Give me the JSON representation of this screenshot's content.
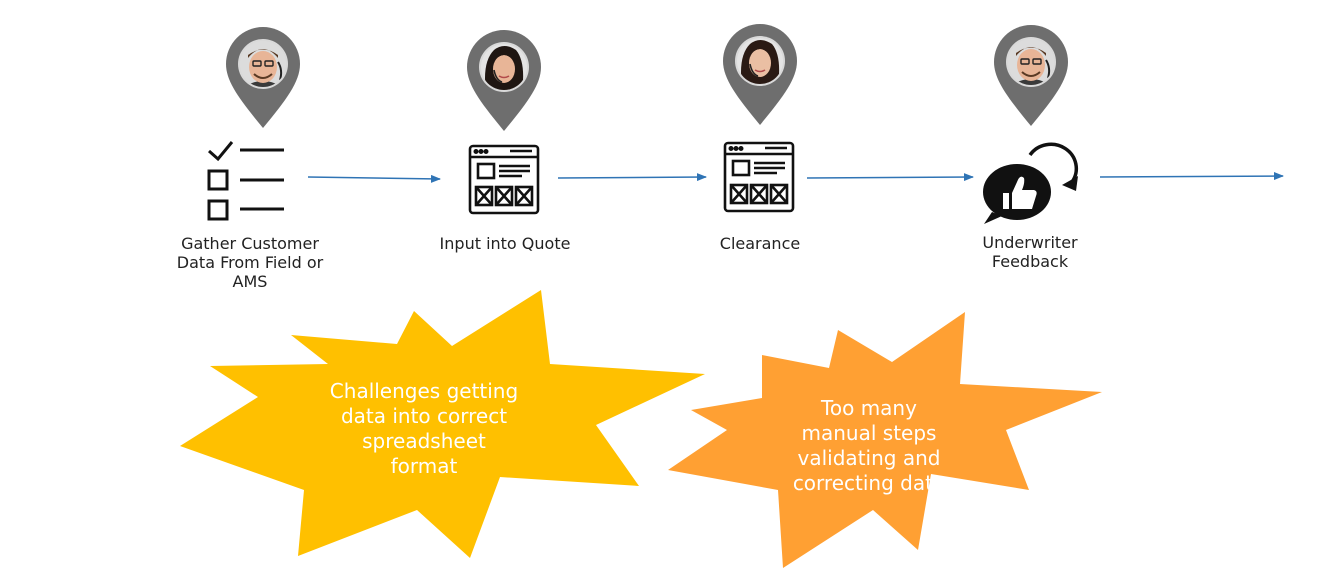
{
  "colors": {
    "pin": "#6e6e6e",
    "arrow": "#2f74b5",
    "icon": "#111111",
    "burst_left": "#ffc000",
    "burst_right": "#ffa033",
    "skin": "#e8b597",
    "hair_male": "#5a3a24",
    "hair_female": "#1f1612"
  },
  "steps": [
    {
      "label": "Gather Customer\nData From Field or\nAMS",
      "icon": "checklist-icon",
      "avatar": "male-headset-avatar"
    },
    {
      "label": "Input into Quote",
      "icon": "browser-form-icon",
      "avatar": "female-headset-avatar"
    },
    {
      "label": "Clearance",
      "icon": "browser-form-icon",
      "avatar": "female-headset-avatar"
    },
    {
      "label": "Underwriter\nFeedback",
      "icon": "thumbs-up-feedback-icon",
      "avatar": "male-headset-avatar"
    }
  ],
  "callouts": [
    {
      "text": "Challenges getting\ndata into correct\nspreadsheet\nformat",
      "shape": "starburst"
    },
    {
      "text": "Too many\nmanual steps\nvalidating and\ncorrecting data",
      "shape": "starburst"
    }
  ]
}
